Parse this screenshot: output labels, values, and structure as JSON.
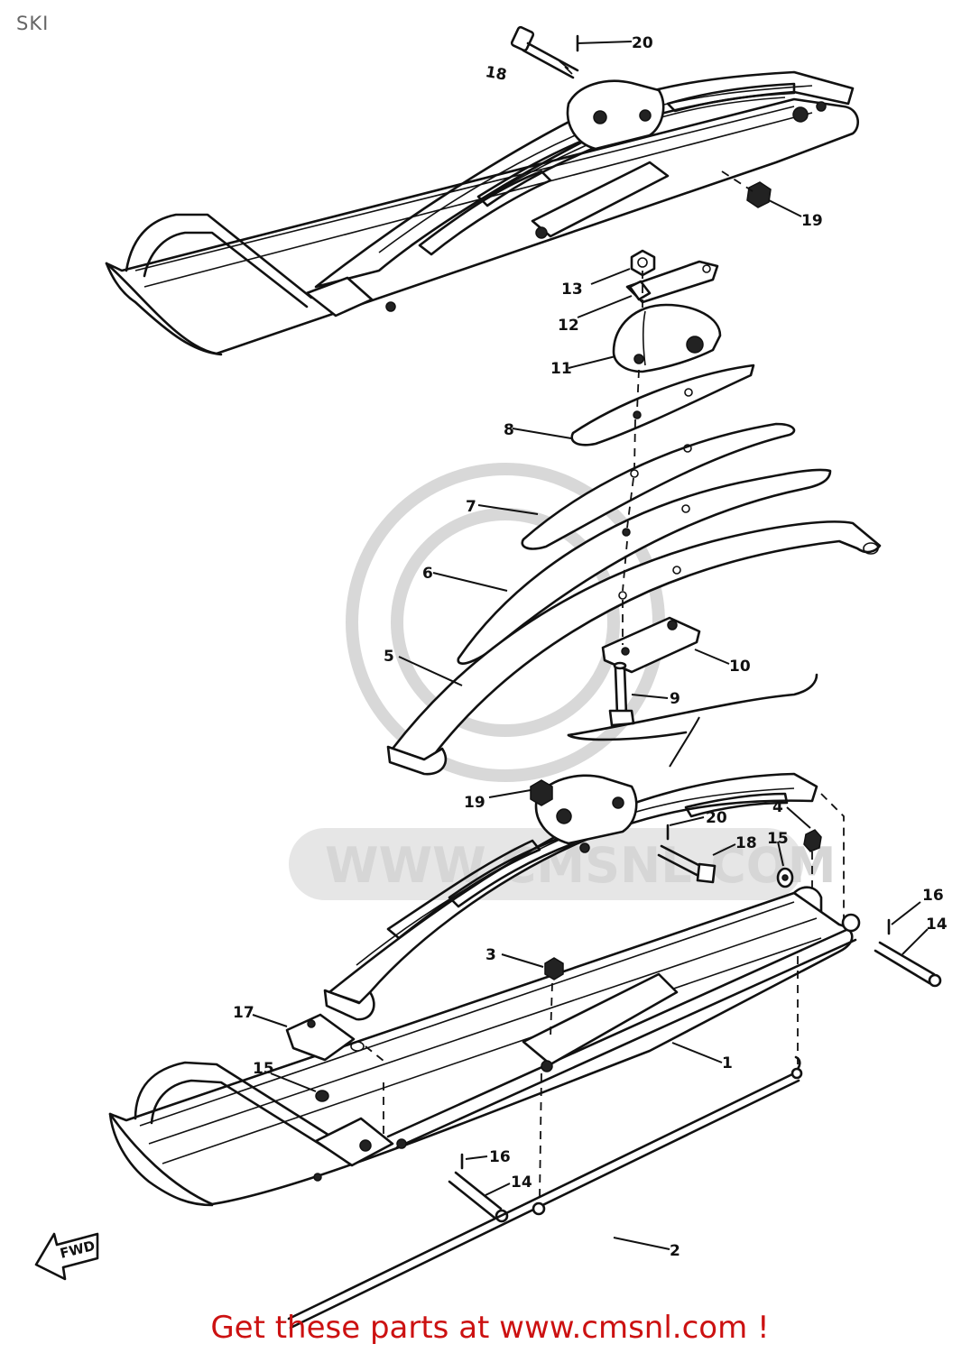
{
  "title": "SKI",
  "footer": "Get these parts at www.cmsnl.com !",
  "watermark": "WWW.CMSNL.COM",
  "fwd_label": "FWD",
  "callouts": {
    "c20a": "20",
    "c18a": "18",
    "c19a": "19",
    "c13": "13",
    "c12": "12",
    "c11": "11",
    "c8": "8",
    "c7": "7",
    "c6": "6",
    "c5": "5",
    "c10": "10",
    "c9": "9",
    "c19b": "19",
    "c20b": "20",
    "c18b": "18",
    "c4": "4",
    "c15a": "15",
    "c16a": "16",
    "c14a": "14",
    "c3": "3",
    "c17": "17",
    "c1": "1",
    "c15b": "15",
    "c16b": "16",
    "c14b": "14",
    "c2": "2"
  }
}
